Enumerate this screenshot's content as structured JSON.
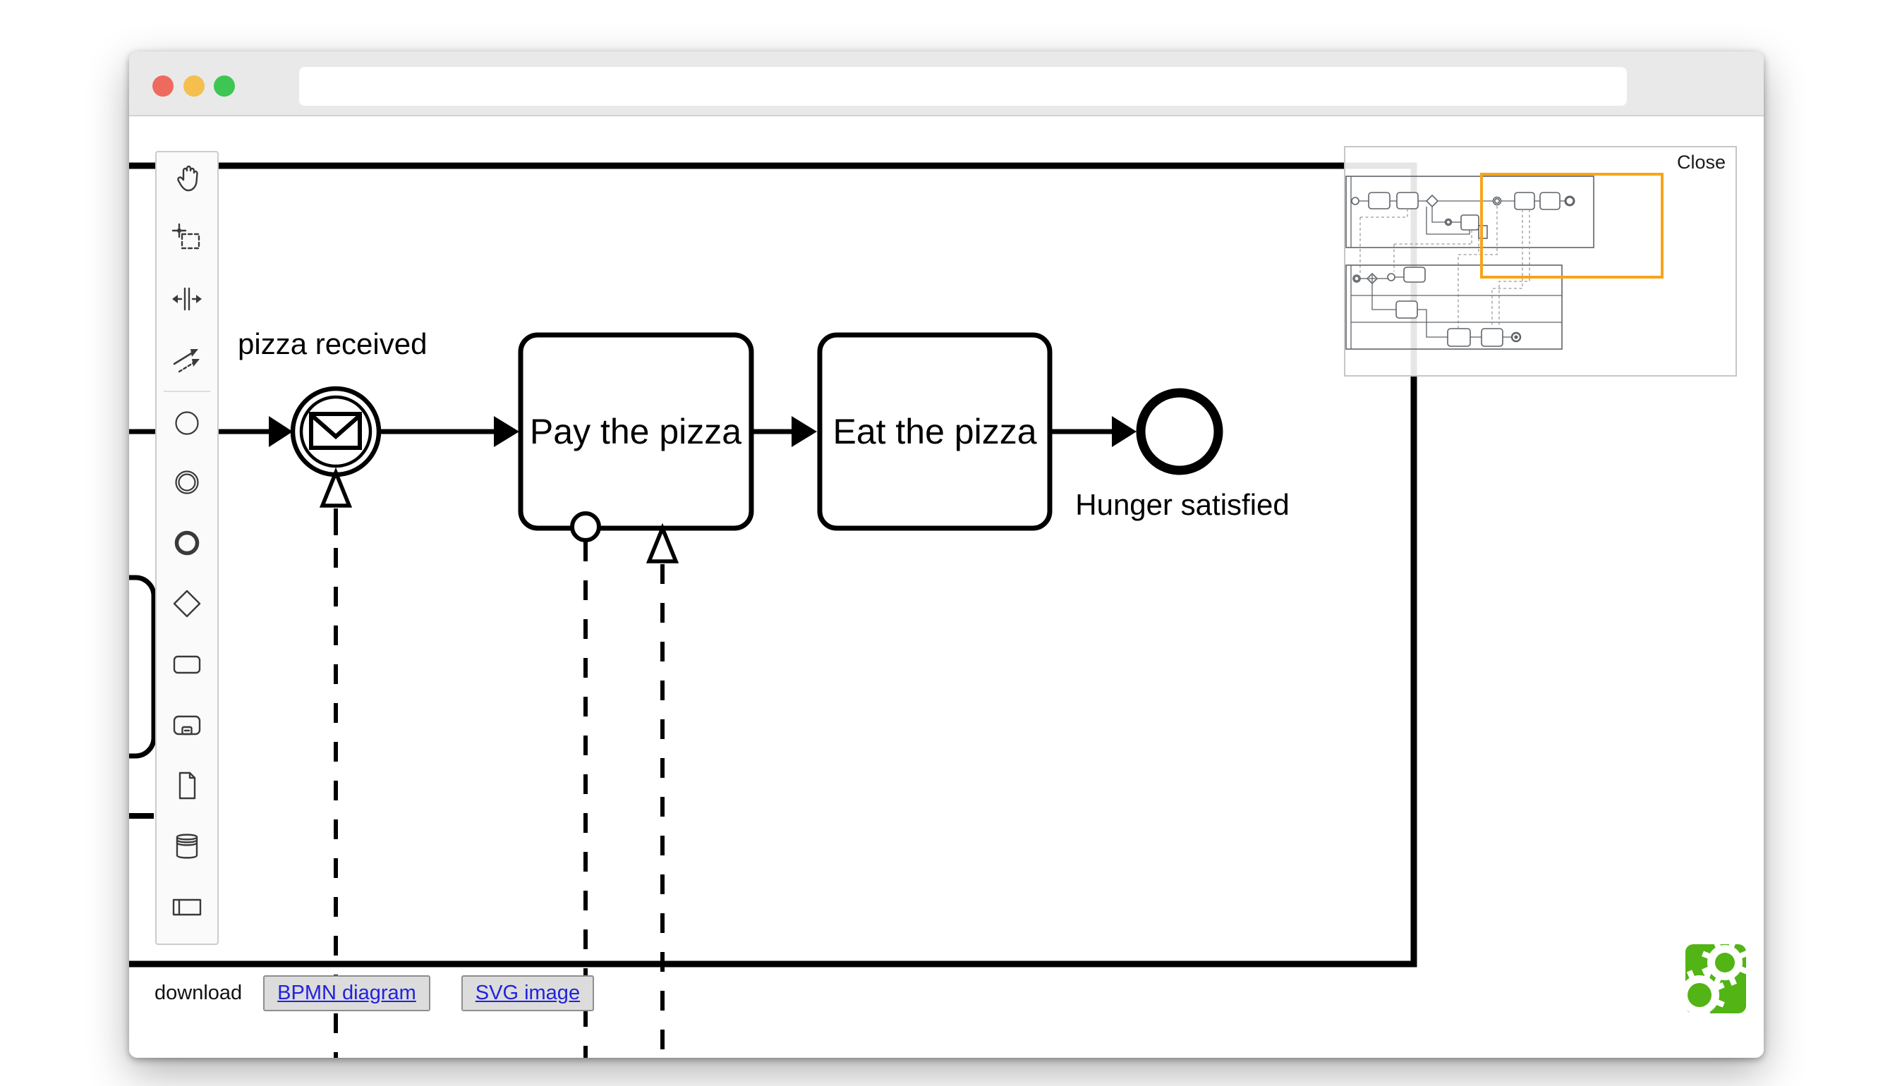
{
  "window": {
    "chrome": {
      "url_value": "",
      "traffic_lights": {
        "close_color": "#ee6a5f",
        "minimize_color": "#f5bf4f",
        "zoom_color": "#3ec654"
      }
    }
  },
  "palette": {
    "tools": [
      "hand-tool",
      "lasso-tool",
      "space-tool",
      "global-connect-tool",
      "create-start-event",
      "create-intermediate-event",
      "create-end-event",
      "create-gateway",
      "create-task",
      "create-subprocess",
      "create-data-object",
      "create-data-store",
      "create-participant"
    ]
  },
  "diagram": {
    "event_label": "pizza received",
    "task1_label": "Pay the pizza",
    "task2_label": "Eat the pizza",
    "end_label": "Hunger satisfied",
    "stroke_color": "#000000"
  },
  "minimap": {
    "close_label": "Close",
    "viewport_color": "#f7a41d"
  },
  "downloads": {
    "label": "download",
    "bpmn_label": "BPMN diagram",
    "svg_label": "SVG image",
    "link_color": "#2222dd"
  },
  "logo": {
    "name": "bpmn-io-logo",
    "color": "#52b415"
  }
}
